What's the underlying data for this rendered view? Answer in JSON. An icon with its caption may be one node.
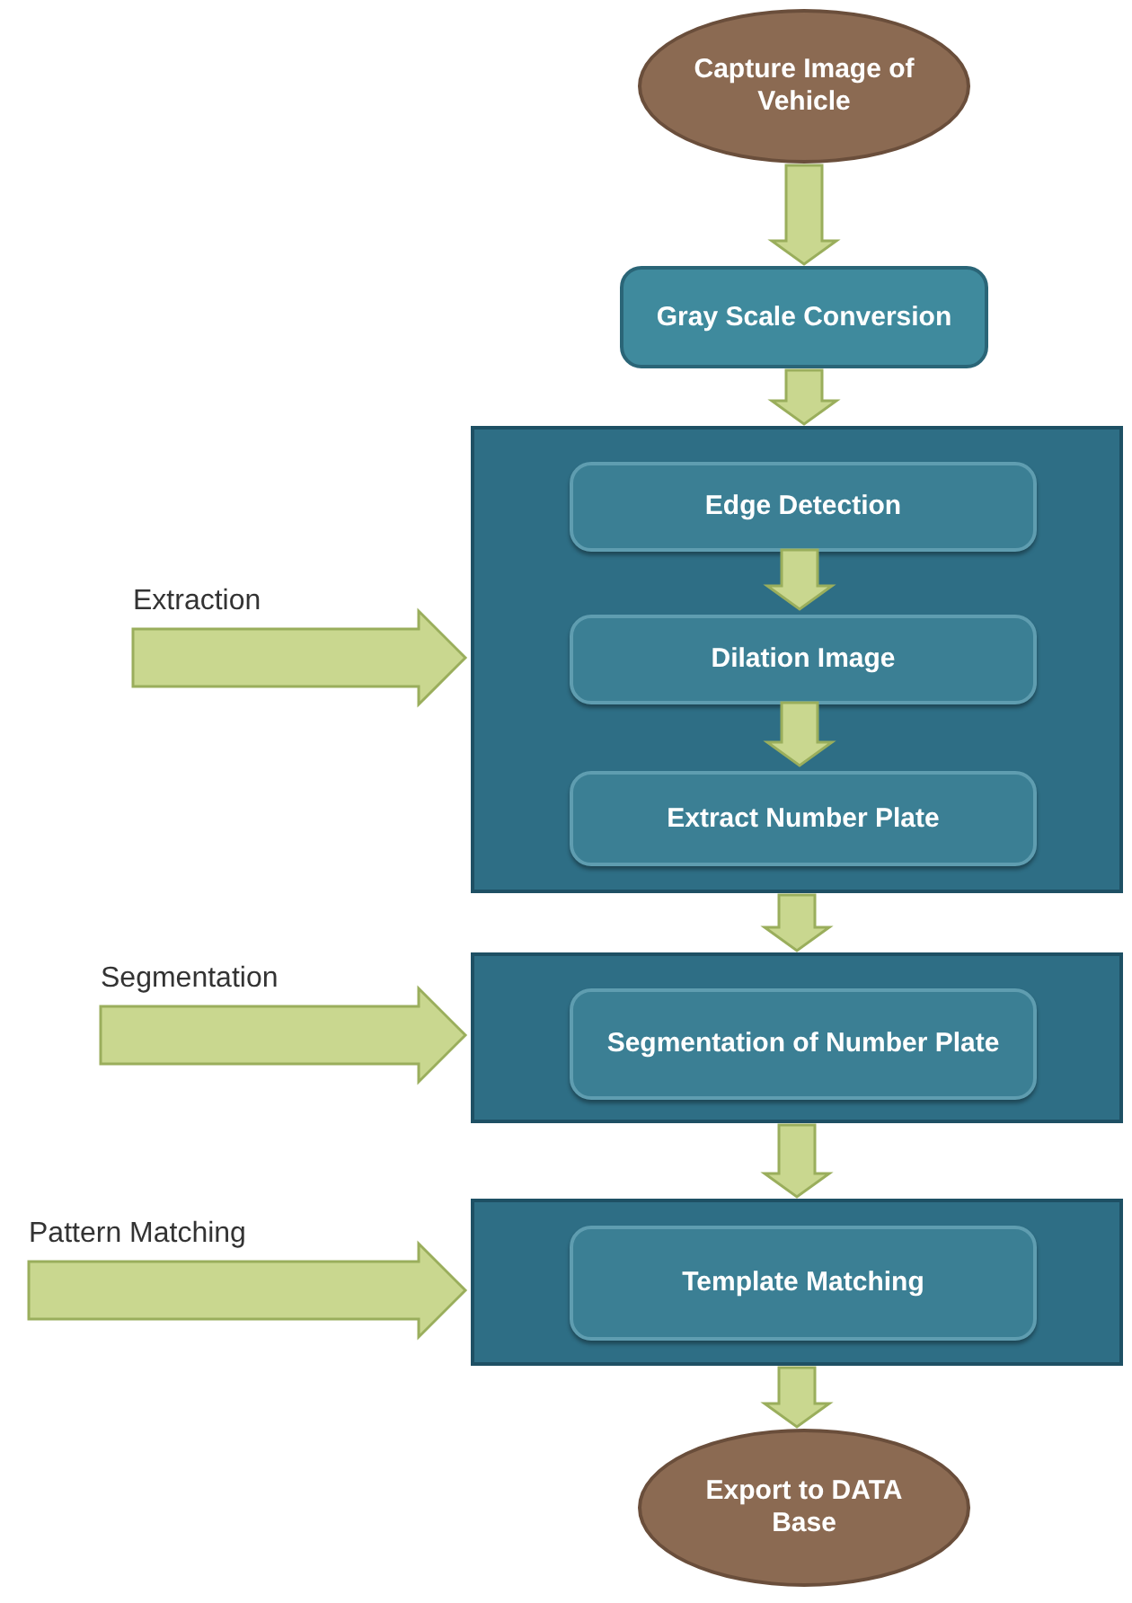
{
  "diagram": {
    "nodes": [
      {
        "text": [
          "Capture  Image of Vehicle"
        ]
      },
      {
        "text": [
          "Gray Scale Conversion"
        ]
      },
      {
        "text": [],
        "shape": "box"
      },
      {
        "text": [
          "Edge Detection"
        ],
        "in": 2
      },
      {
        "text": [
          "Dilation Image"
        ],
        "in": 2
      },
      {
        "text": [
          "Extract Number Plate"
        ],
        "in": 2
      },
      {
        "text": [],
        "shape": "box"
      },
      {
        "text": [
          "Segmentation of Number Plate"
        ],
        "in": 6
      },
      {
        "text": [],
        "shape": "box"
      },
      {
        "text": [
          "Template Matching"
        ],
        "in": 8
      },
      {
        "text": [
          "Export to DATA Base"
        ]
      },
      {
        "text": [
          "Extraction"
        ]
      },
      {
        "text": [
          "Segmentation"
        ]
      },
      {
        "text": [
          "Pattern  Matching"
        ]
      }
    ],
    "edges": [
      {
        "from": 0,
        "to": 1,
        "arrow": "to"
      },
      {
        "from": 1,
        "to": 2,
        "arrow": "to"
      },
      {
        "from": 3,
        "to": 4,
        "arrow": "to"
      },
      {
        "from": 4,
        "to": 5,
        "arrow": "to"
      },
      {
        "from": 2,
        "to": 6,
        "arrow": "to"
      },
      {
        "from": 6,
        "to": 8,
        "arrow": "to"
      },
      {
        "from": 8,
        "to": 10,
        "arrow": "to"
      },
      {
        "from": 11,
        "to": 2,
        "arrow": "to"
      },
      {
        "from": 12,
        "to": 6,
        "arrow": "to"
      },
      {
        "from": 13,
        "to": 8,
        "arrow": "to"
      }
    ]
  }
}
